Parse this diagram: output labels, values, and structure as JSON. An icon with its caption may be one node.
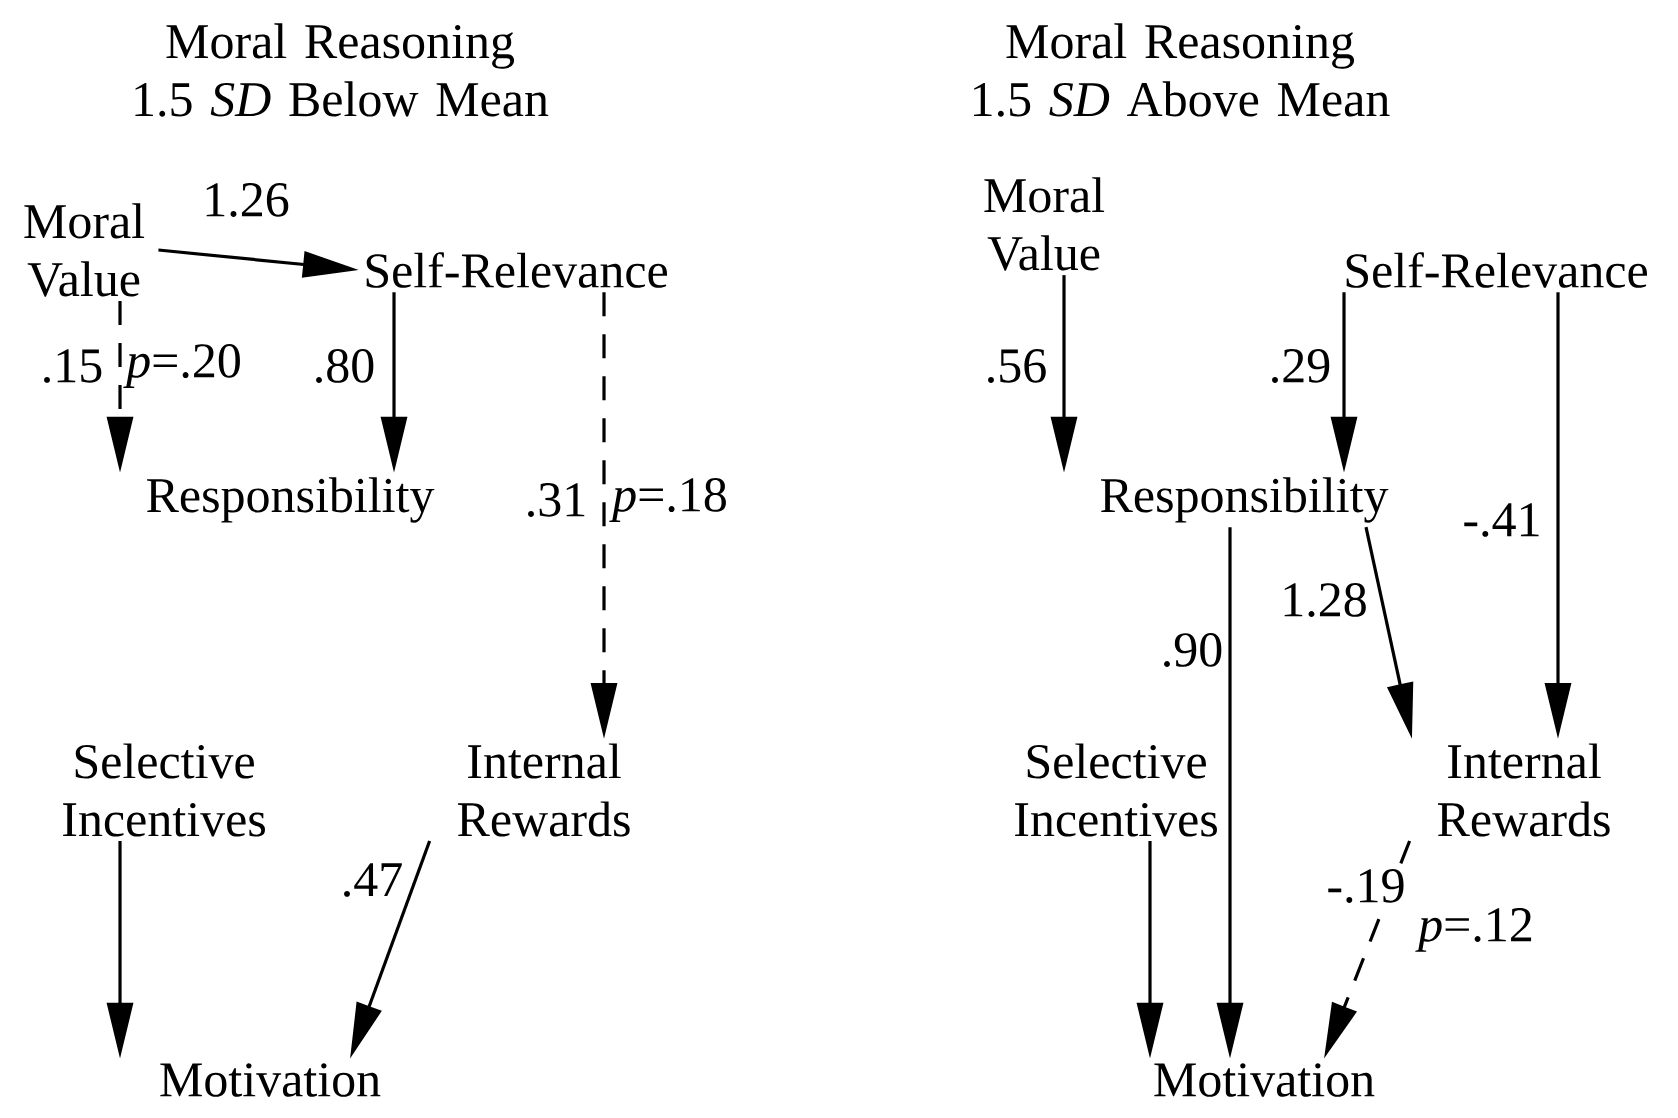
{
  "diagram": {
    "nodes": [
      {
        "text": [
          "Moral Value"
        ]
      },
      {
        "text": [
          "Self-Relevance"
        ]
      },
      {
        "text": [
          "Responsibility"
        ]
      },
      {
        "text": [
          "Selective Incentives"
        ]
      },
      {
        "text": [
          "Internal Rewards"
        ]
      },
      {
        "text": [
          "Motivation"
        ]
      },
      {
        "text": [
          "Moral Value"
        ]
      },
      {
        "text": [
          "Self-Relevance"
        ]
      },
      {
        "text": [
          "Responsibility"
        ]
      },
      {
        "text": [
          "Selective Incentives"
        ]
      },
      {
        "text": [
          "Internal Rewards"
        ]
      },
      {
        "text": [
          "Motivation"
        ]
      }
    ],
    "edges": [
      {
        "from": 0,
        "to": 1,
        "arrow": "to",
        "label": "1.26"
      },
      {
        "from": 0,
        "to": 2,
        "arrow": "to",
        "label": ".15",
        "style": "dashed"
      },
      {
        "from": 1,
        "to": 2,
        "arrow": "to",
        "label": ".80"
      },
      {
        "from": 1,
        "to": 4,
        "arrow": "to",
        "label": ".31",
        "style": "dashed"
      },
      {
        "from": 3,
        "to": 5,
        "arrow": "to"
      },
      {
        "from": 4,
        "to": 5,
        "arrow": "to",
        "label": ".47"
      },
      {
        "from": 6,
        "to": 8,
        "arrow": "to",
        "label": ".56"
      },
      {
        "from": 7,
        "to": 8,
        "arrow": "to",
        "label": ".29"
      },
      {
        "from": 7,
        "to": 10,
        "arrow": "to",
        "label": "-.41"
      },
      {
        "from": 8,
        "to": 11,
        "arrow": "to",
        "label": ".90"
      },
      {
        "from": 8,
        "to": 10,
        "arrow": "to",
        "label": "1.28"
      },
      {
        "from": 9,
        "to": 11,
        "arrow": "to"
      },
      {
        "from": 10,
        "to": 11,
        "arrow": "to",
        "label": "-.19",
        "style": "dashed"
      }
    ],
    "labels": [
      "Moral Reasoning 1.5 *SD* Below Mean",
      "Moral Reasoning 1.5 *SD* Above Mean",
      "*p*=.20",
      "*p*=.18",
      "*p*=.12"
    ]
  }
}
